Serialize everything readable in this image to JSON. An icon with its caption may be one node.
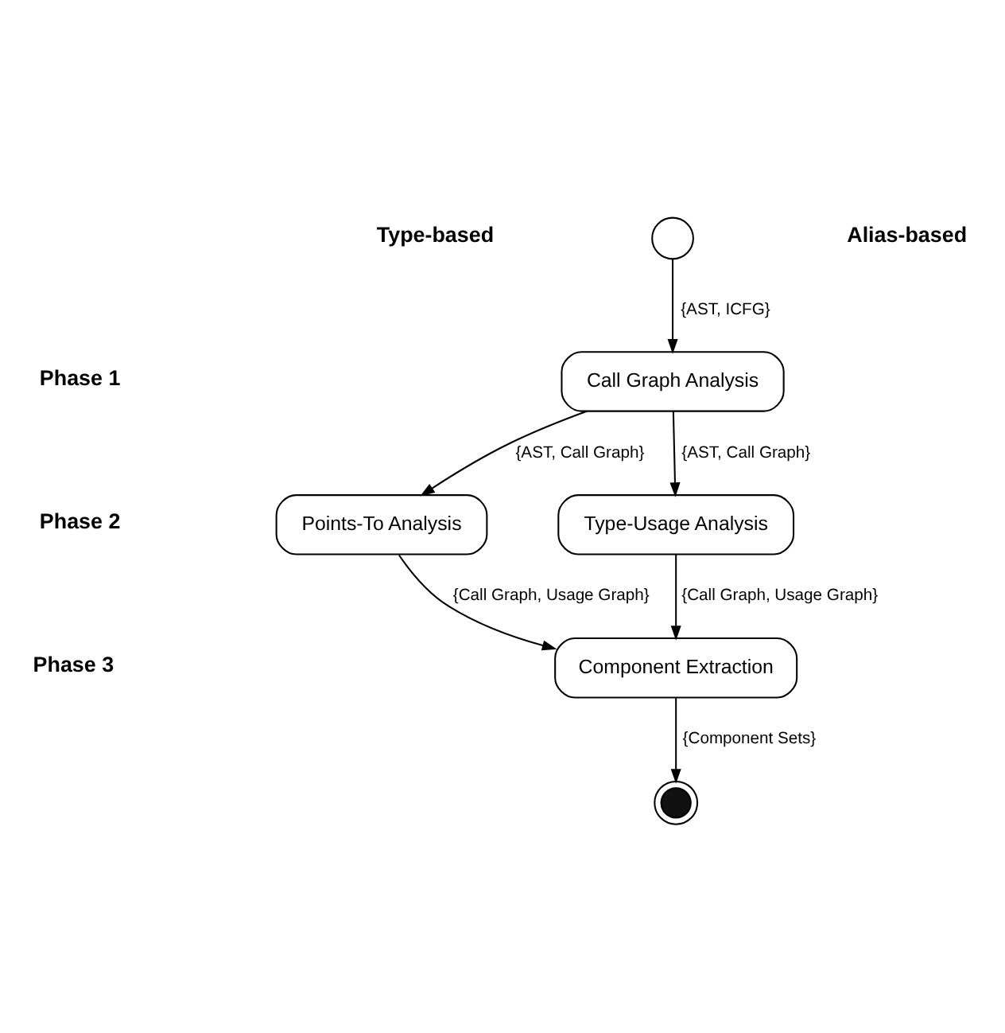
{
  "diagram": {
    "nodes": [
      {
        "text": [],
        "shape": "circle"
      },
      {
        "text": [
          "Call Graph Analysis"
        ]
      },
      {
        "text": [
          "Type-Usage Analysis"
        ]
      },
      {
        "text": [
          "Points-To Analysis"
        ]
      },
      {
        "text": [
          "Component Extraction"
        ]
      },
      {
        "text": [],
        "shape": "bullseye"
      }
    ],
    "edges": [
      {
        "from": 0,
        "to": 1,
        "arrow": "to",
        "label": "{AST, ICFG}"
      },
      {
        "from": 1,
        "to": 2,
        "arrow": "to",
        "label": "{AST, Call Graph}"
      },
      {
        "from": 1,
        "to": 3,
        "arrow": "to",
        "label": "{AST, Call Graph}"
      },
      {
        "from": 2,
        "to": 4,
        "arrow": "to",
        "label": "{Call Graph, Usage Graph}"
      },
      {
        "from": 3,
        "to": 4,
        "arrow": "to",
        "label": "{Call Graph, Usage Graph}"
      },
      {
        "from": 4,
        "to": 5,
        "arrow": "to",
        "label": "{Component Sets}"
      }
    ],
    "labels": [
      "Type-based",
      "Alias-based",
      "Phase 1",
      "Phase 2",
      "Phase 3"
    ]
  }
}
